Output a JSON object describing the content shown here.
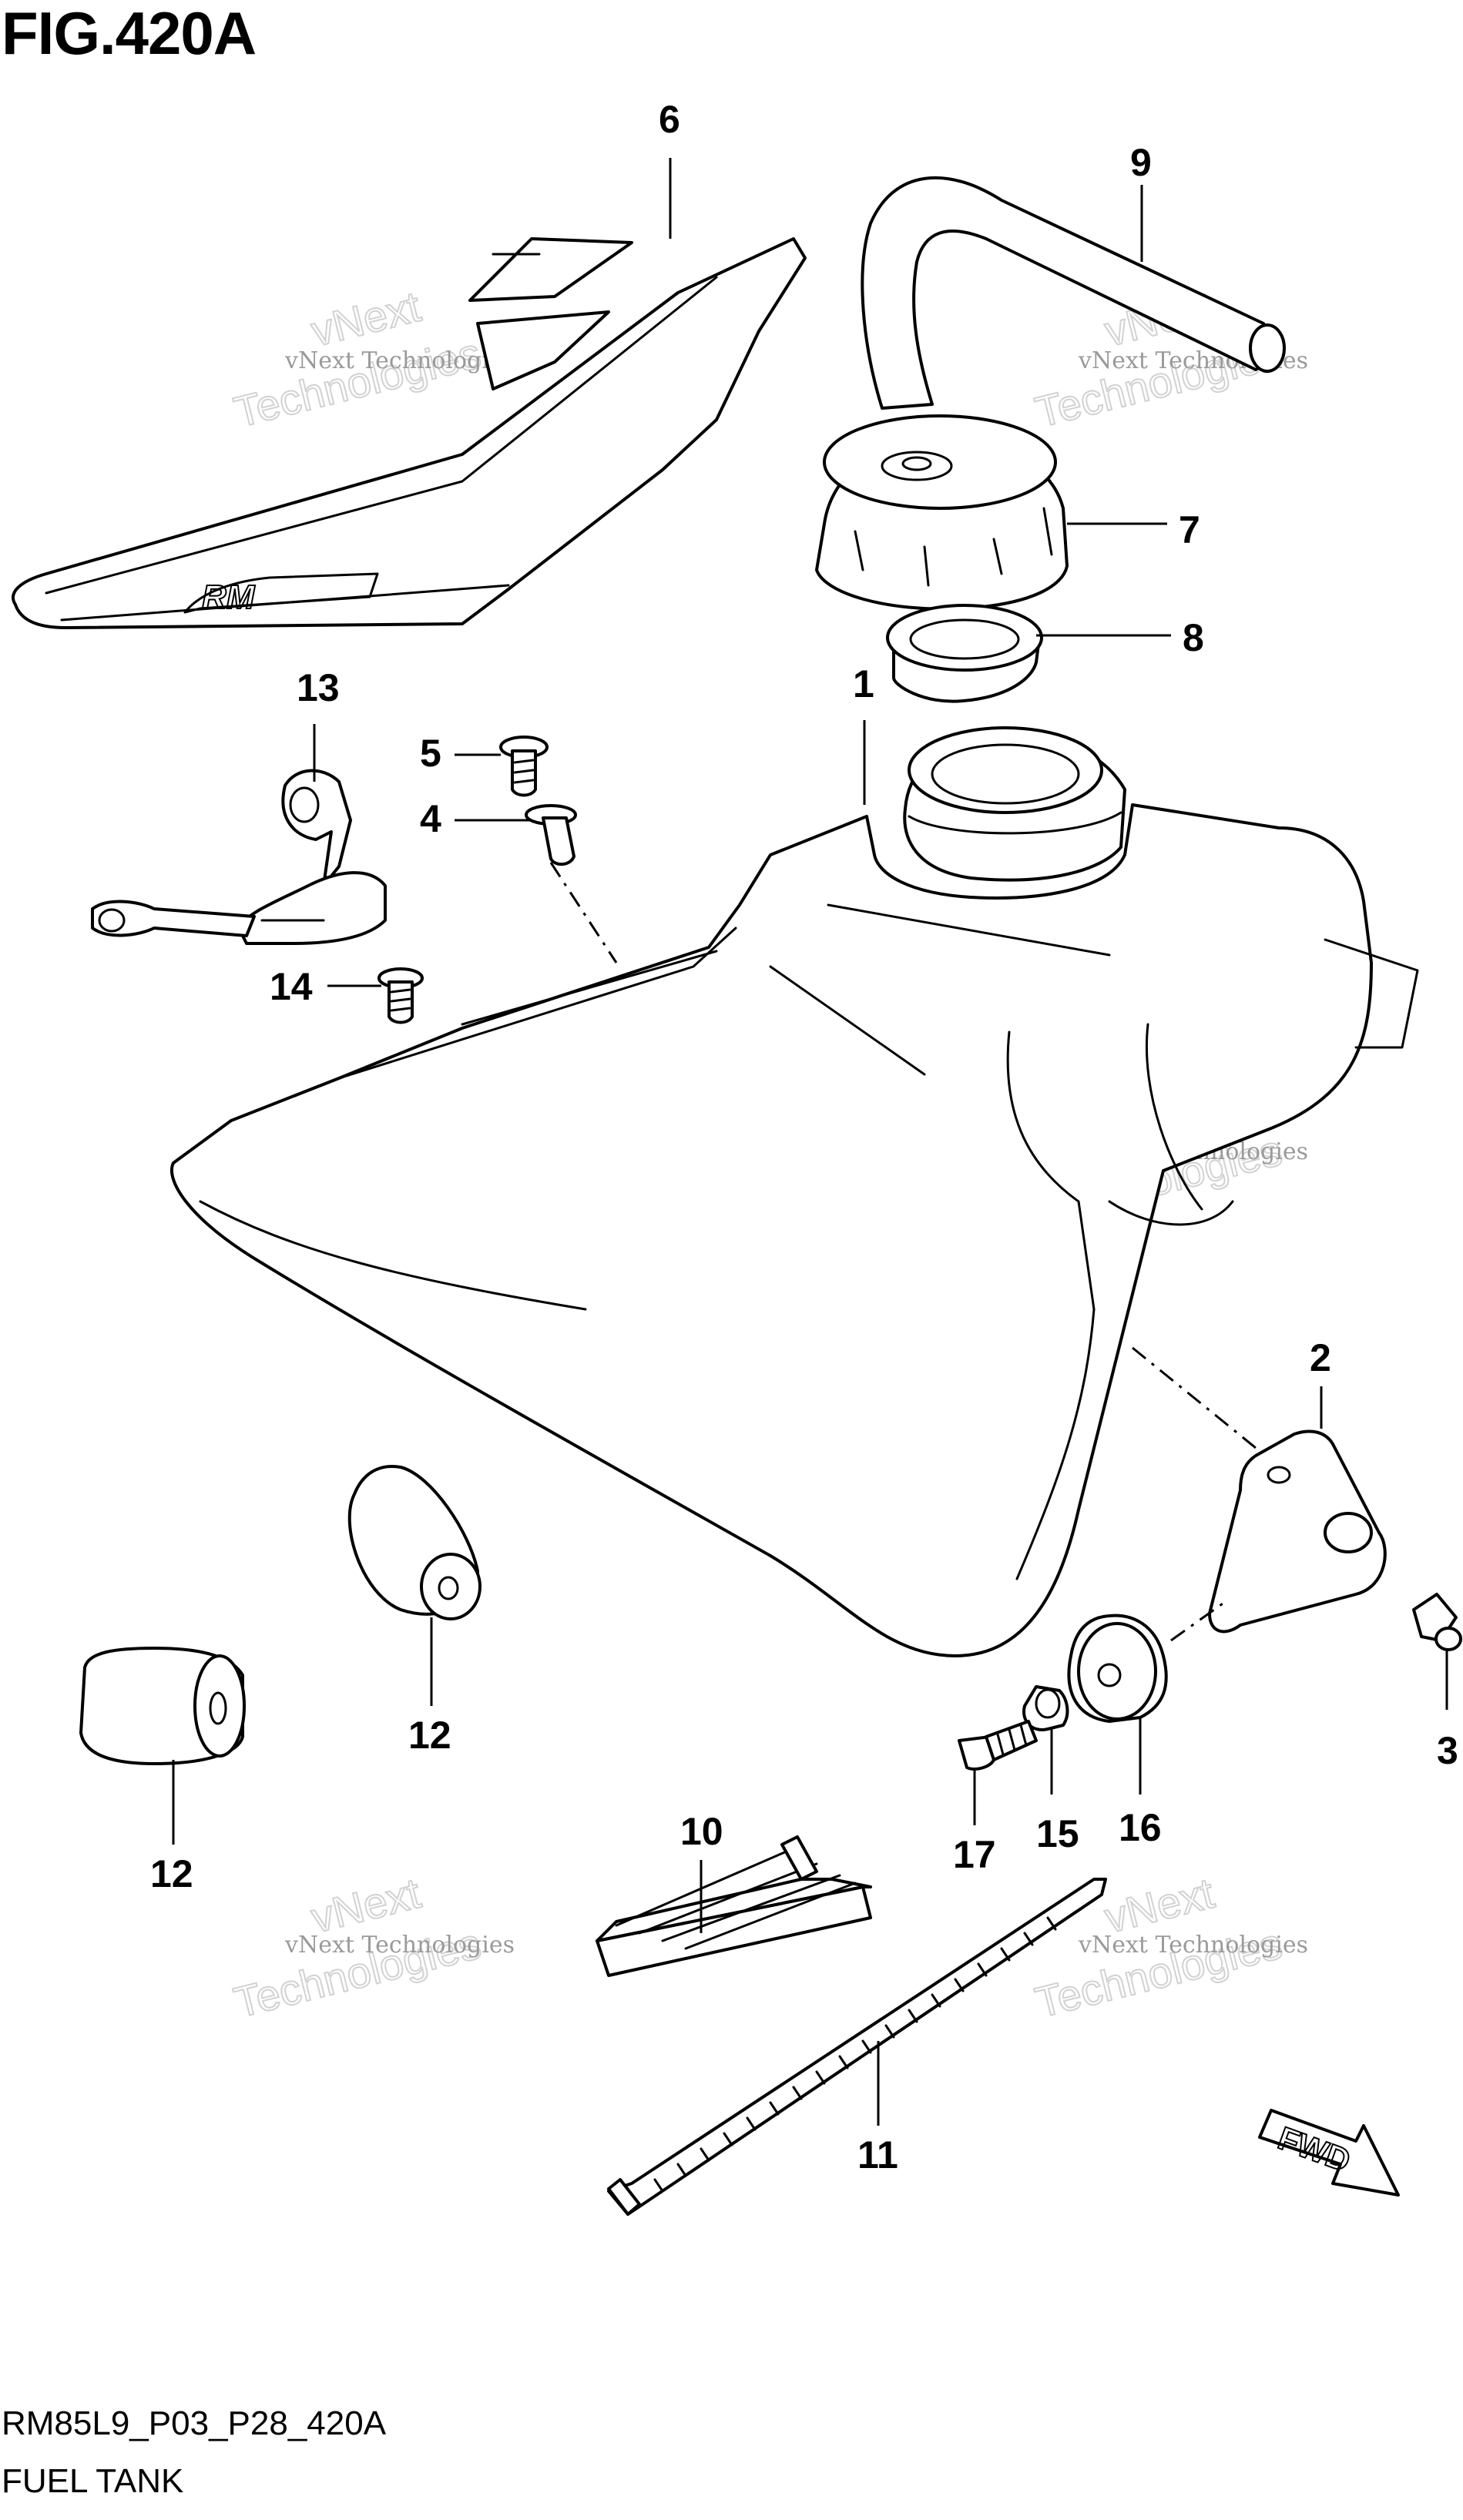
{
  "figure": {
    "title": "FIG.420A",
    "drawing_code": "RM85L9_P03_P28_420A",
    "section_name": "FUEL TANK"
  },
  "callouts": {
    "c1": "1",
    "c2": "2",
    "c3": "3",
    "c4": "4",
    "c5": "5",
    "c6": "6",
    "c7": "7",
    "c8": "8",
    "c9": "9",
    "c10": "10",
    "c11": "11",
    "c12a": "12",
    "c12b": "12",
    "c13": "13",
    "c14": "14",
    "c15": "15",
    "c16": "16",
    "c17": "17"
  },
  "direction_arrow": {
    "label": "FWD"
  },
  "emblem": {
    "text": "RM"
  },
  "watermark": {
    "line1": "vNext Technologies",
    "line2": "Technologies",
    "line3": "vNext"
  }
}
